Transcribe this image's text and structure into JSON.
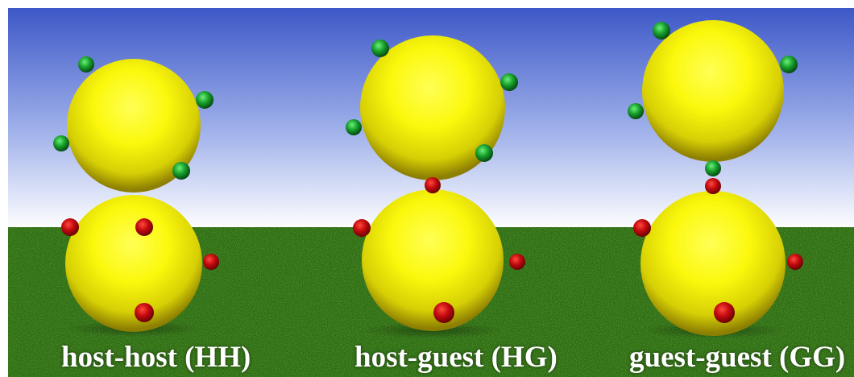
{
  "scene": {
    "colors": {
      "sky_top": "#3d58c7",
      "sky_mid": "#9fb0ea",
      "sky_bottom": "#ffffff",
      "ground": "#2e6b12",
      "particle": "#f2ef10",
      "host_patch": "#b0060a",
      "guest_patch": "#16a32b"
    },
    "pairs": [
      {
        "key": "hh",
        "caption": "host-host (HH)"
      },
      {
        "key": "hg",
        "caption": "host-guest (HG)"
      },
      {
        "key": "gg",
        "caption": "guest-guest (GG)"
      }
    ]
  }
}
